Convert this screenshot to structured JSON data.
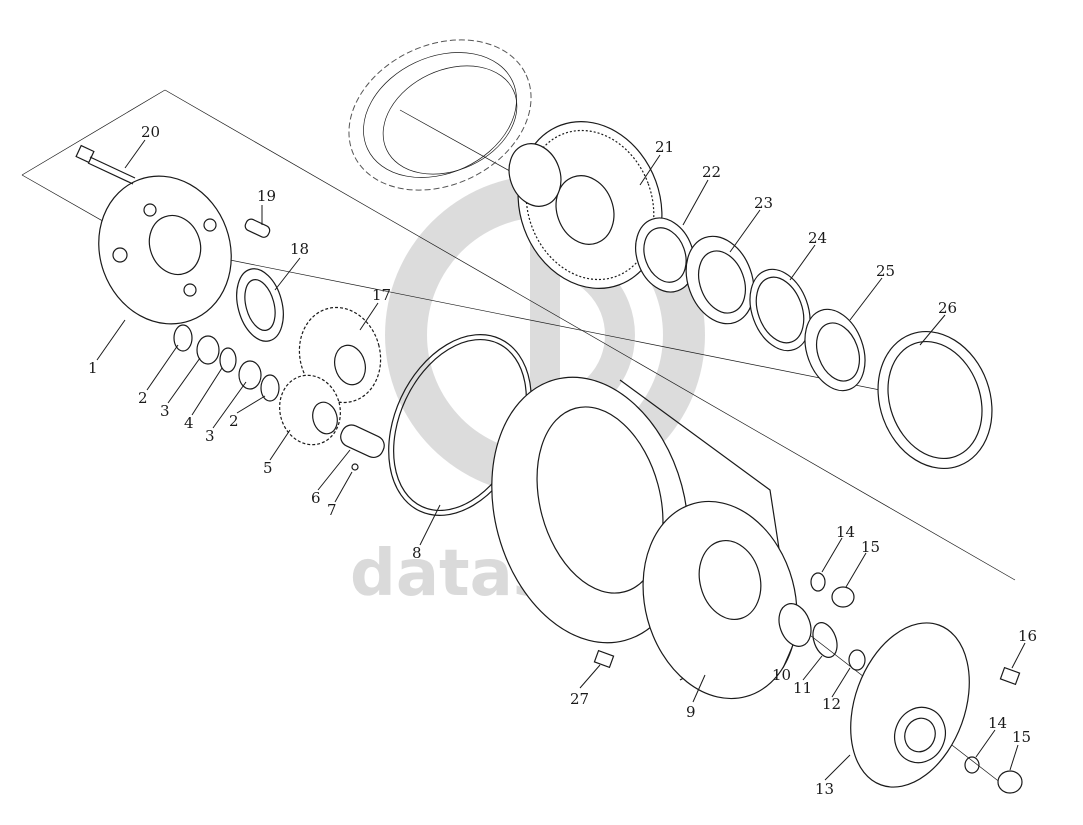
{
  "watermark": {
    "text": "datasparts",
    "color": "#bdbdbd"
  },
  "callouts": [
    {
      "id": "c20",
      "label": "20"
    },
    {
      "id": "c19",
      "label": "19"
    },
    {
      "id": "c18",
      "label": "18"
    },
    {
      "id": "c17",
      "label": "17"
    },
    {
      "id": "c1",
      "label": "1"
    },
    {
      "id": "c2a",
      "label": "2"
    },
    {
      "id": "c3a",
      "label": "3"
    },
    {
      "id": "c4",
      "label": "4"
    },
    {
      "id": "c3b",
      "label": "3"
    },
    {
      "id": "c2b",
      "label": "2"
    },
    {
      "id": "c5",
      "label": "5"
    },
    {
      "id": "c6",
      "label": "6"
    },
    {
      "id": "c7",
      "label": "7"
    },
    {
      "id": "c8",
      "label": "8"
    },
    {
      "id": "c21",
      "label": "21"
    },
    {
      "id": "c22",
      "label": "22"
    },
    {
      "id": "c23",
      "label": "23"
    },
    {
      "id": "c24",
      "label": "24"
    },
    {
      "id": "c25",
      "label": "25"
    },
    {
      "id": "c26",
      "label": "26"
    },
    {
      "id": "c9",
      "label": "9"
    },
    {
      "id": "c10",
      "label": "10"
    },
    {
      "id": "c11",
      "label": "11"
    },
    {
      "id": "c12",
      "label": "12"
    },
    {
      "id": "c13",
      "label": "13"
    },
    {
      "id": "c14a",
      "label": "14"
    },
    {
      "id": "c15a",
      "label": "15"
    },
    {
      "id": "c16",
      "label": "16"
    },
    {
      "id": "c14b",
      "label": "14"
    },
    {
      "id": "c15b",
      "label": "15"
    },
    {
      "id": "c27",
      "label": "27"
    }
  ]
}
